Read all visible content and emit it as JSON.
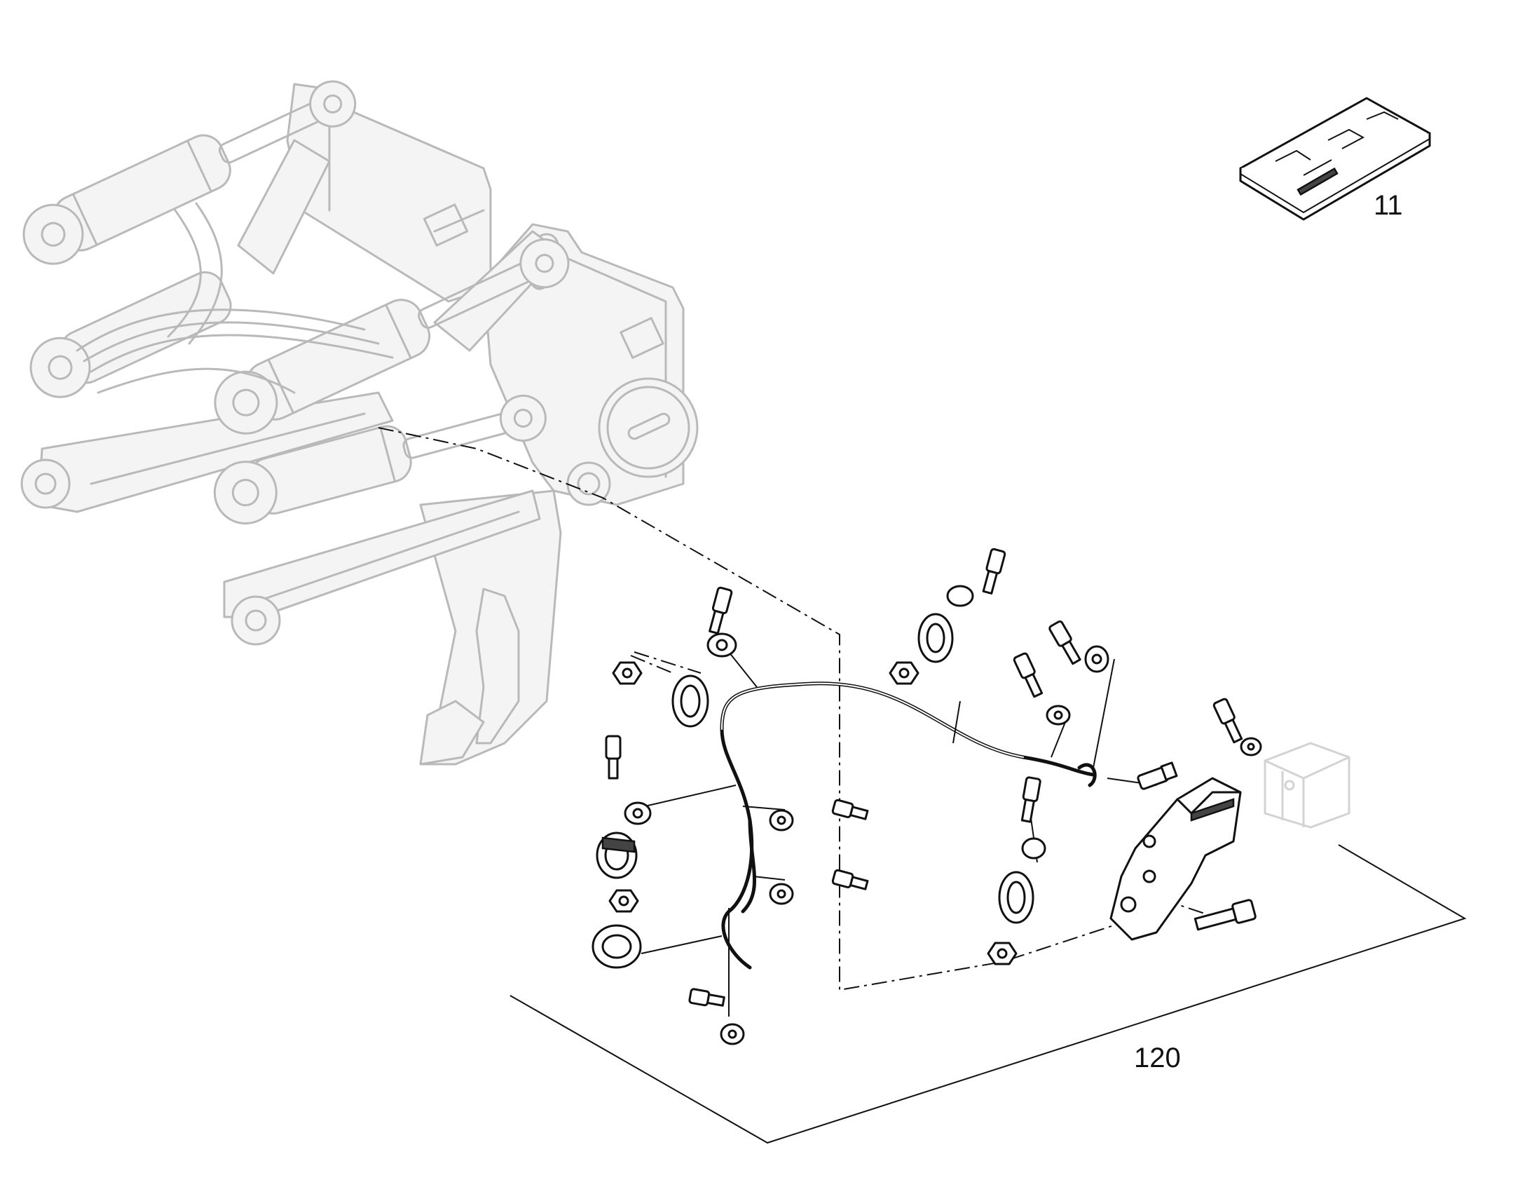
{
  "callouts": {
    "manual": "11",
    "harness_kit": "120"
  },
  "icons": [
    "manual-booklet-icon",
    "ripper-frame-drawing",
    "wiring-harness-drawing"
  ]
}
